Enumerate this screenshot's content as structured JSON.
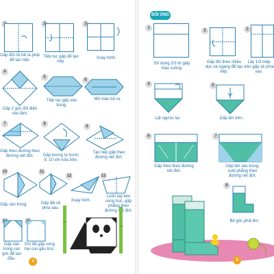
{
  "left_page": {
    "page_number": "4",
    "steps": [
      {
        "num": "1",
        "caption": "Gấp đôi rồi bẻ ra phải để tạo nếp."
      },
      {
        "num": "2",
        "caption": "Tiếp tục gấp để tạo nếp."
      },
      {
        "num": "3",
        "caption": "Xoay hình."
      },
      {
        "num": "4",
        "caption": "Gấp 2 góc đối diện vào tâm."
      },
      {
        "num": "5",
        "caption": "Tiếp tục gấp vào trong."
      },
      {
        "num": "6",
        "caption": "Mở toàn bộ ra."
      },
      {
        "num": "7",
        "caption": "Gấp theo đường theo đường nét đứt."
      },
      {
        "num": "8",
        "caption": "Gấp tương tự bước 9, 10 với nửa trên."
      },
      {
        "num": "9",
        "caption": "Tạo nếp gấp theo đường nét đứt."
      },
      {
        "num": "10",
        "caption": "Gấp vào trong."
      },
      {
        "num": "11",
        "caption": "Gấp đôi về phía sau."
      },
      {
        "num": "12",
        "caption": "Xoay hình."
      },
      {
        "num": "13",
        "caption": "Luồn tay kéo song trục, gấp phẳng theo đường nét đứt."
      },
      {
        "num": "14",
        "caption": "Gấp vào trong các góc để tạo đầu."
      },
      {
        "num": "15",
        "caption": "Em đã gấp xong hai con gấu trúc."
      }
    ]
  },
  "right_page": {
    "page_number": "5",
    "title": "ĐÔI ỦNG",
    "steps": [
      {
        "num": "1",
        "caption": "Sử dụng 2/3 tờ giấy màu vuông."
      },
      {
        "num": "2",
        "caption": "Gấp đôi theo chiều dọc và ngang để tạo nếp."
      },
      {
        "num": "3",
        "caption": "Lấy 1/3 mép trên gấp về phía sau."
      },
      {
        "num": "4",
        "caption": "Lật ngược lại."
      },
      {
        "num": "5",
        "caption": "Gấp lên trên."
      },
      {
        "num": "6",
        "caption": "Gấp theo theo đường nét đứt."
      },
      {
        "num": "7",
        "caption": "Gấp lộn vào trong, xuôi phẳng theo đường nét đứt."
      },
      {
        "num": "8",
        "caption": "Bẻ góc phải lên."
      }
    ]
  },
  "colors": {
    "accent": "#19a6b8",
    "line": "#2b7fb0",
    "paper_blue": "#9fd3ea",
    "boot": "#4fbfa6",
    "mat": "#e889b3",
    "page_dot": "#f2a21a"
  }
}
